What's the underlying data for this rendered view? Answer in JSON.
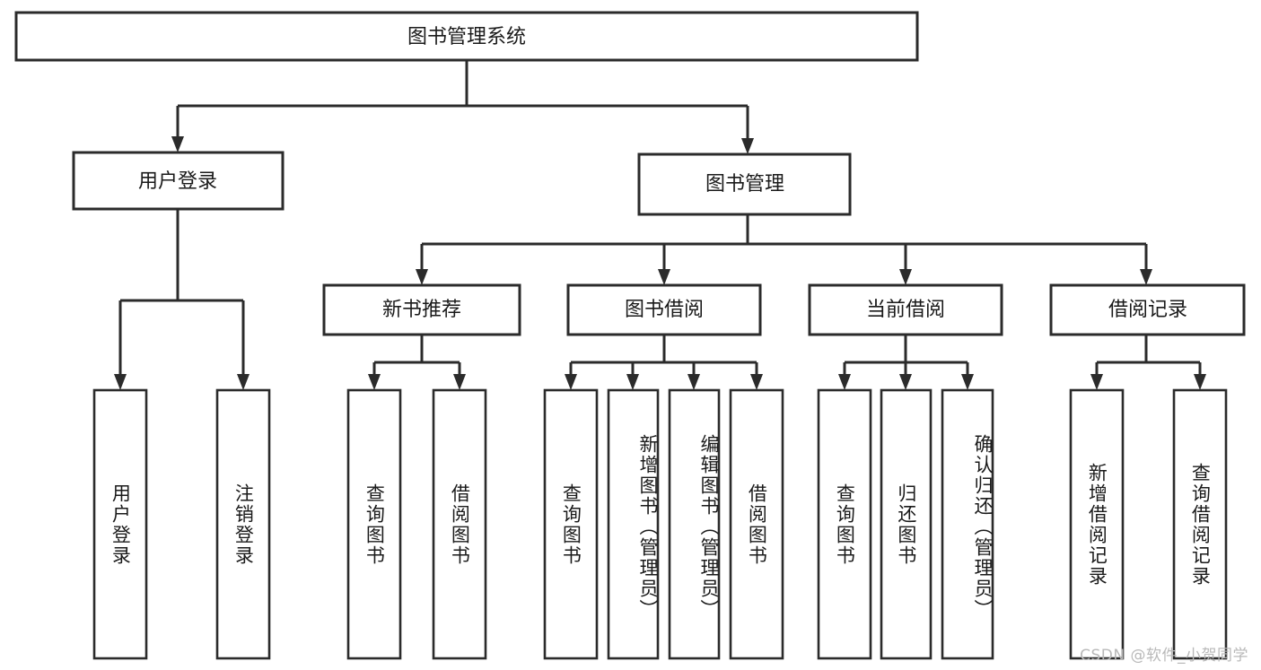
{
  "diagram": {
    "title": "图书管理系统",
    "type": "tree",
    "orientation": "top-down",
    "colors": {
      "stroke": "#2b2b2b",
      "fill": "#ffffff",
      "text": "#1a1a1a",
      "watermark": "#b9b9b9",
      "background": "#ffffff"
    },
    "watermark": "CSDN @软件_小贺同学",
    "root": {
      "label": "图书管理系统"
    },
    "level2": [
      {
        "label": "用户登录"
      },
      {
        "label": "图书管理"
      }
    ],
    "level3": [
      {
        "label": "新书推荐"
      },
      {
        "label": "图书借阅"
      },
      {
        "label": "当前借阅"
      },
      {
        "label": "借阅记录"
      }
    ],
    "leaves": {
      "user_login": [
        {
          "label": "用户登录"
        },
        {
          "label": "注销登录"
        }
      ],
      "new_book_recommend": [
        {
          "label": "查询图书"
        },
        {
          "label": "借阅图书"
        }
      ],
      "book_borrow": [
        {
          "label": "查询图书"
        },
        {
          "label": "新增图书（管理员）"
        },
        {
          "label": "编辑图书（管理员）"
        },
        {
          "label": "借阅图书"
        }
      ],
      "current_borrow": [
        {
          "label": "查询图书"
        },
        {
          "label": "归还图书"
        },
        {
          "label": "确认归还（管理员）"
        }
      ],
      "borrow_record": [
        {
          "label": "新增借阅记录"
        },
        {
          "label": "查询借阅记录"
        }
      ]
    }
  }
}
